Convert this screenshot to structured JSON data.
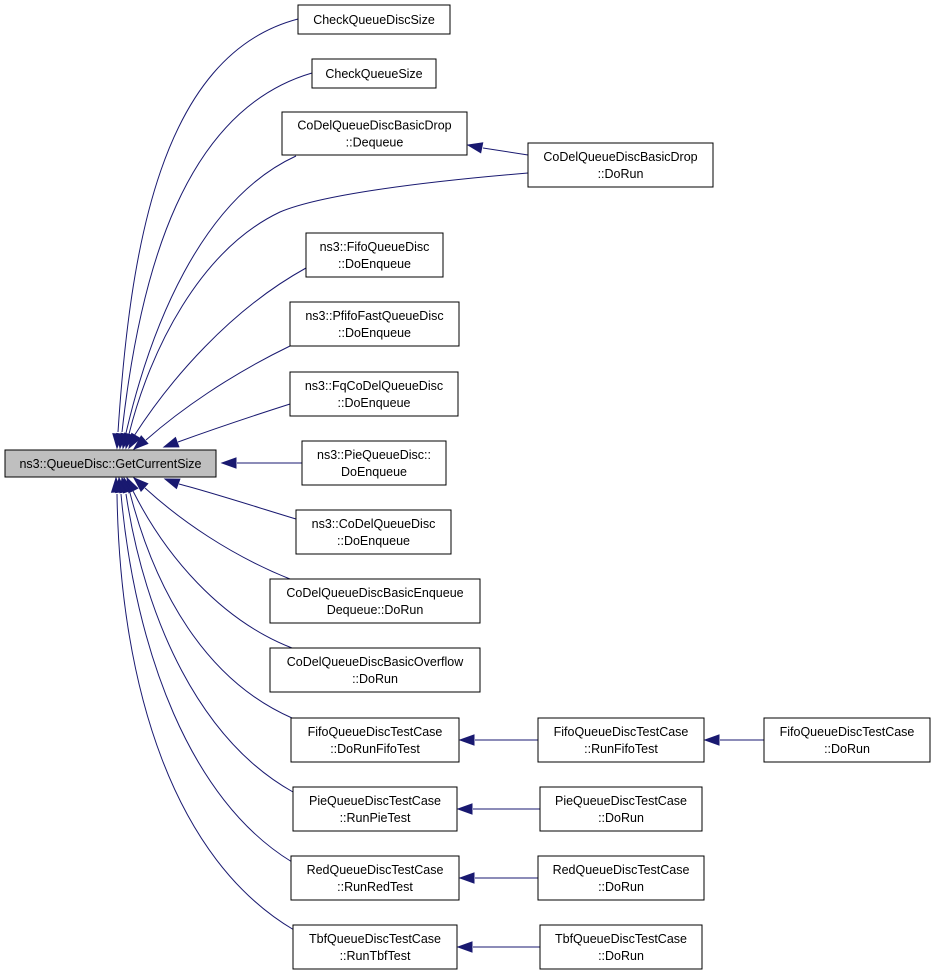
{
  "colors": {
    "edge": "#191970",
    "root_fill": "#bfbfbf",
    "node_fill": "#ffffff"
  },
  "root": {
    "lines": [
      "ns3::QueueDisc::GetCurrentSize"
    ]
  },
  "nodes": [
    {
      "id": "check-queue-disc-size",
      "lines": [
        "CheckQueueDiscSize"
      ]
    },
    {
      "id": "check-queue-size",
      "lines": [
        "CheckQueueSize"
      ]
    },
    {
      "id": "codel-basic-drop-dequeue",
      "lines": [
        "CoDelQueueDiscBasicDrop",
        "::Dequeue"
      ]
    },
    {
      "id": "codel-basic-drop-dorun",
      "lines": [
        "CoDelQueueDiscBasicDrop",
        "::DoRun"
      ]
    },
    {
      "id": "fifo-queue-disc-doenqueue",
      "lines": [
        "ns3::FifoQueueDisc",
        "::DoEnqueue"
      ]
    },
    {
      "id": "pfifo-fast-doenqueue",
      "lines": [
        "ns3::PfifoFastQueueDisc",
        "::DoEnqueue"
      ]
    },
    {
      "id": "fq-codel-doenqueue",
      "lines": [
        "ns3::FqCoDelQueueDisc",
        "::DoEnqueue"
      ]
    },
    {
      "id": "pie-queue-disc-doenqueue",
      "lines": [
        "ns3::PieQueueDisc::",
        "DoEnqueue"
      ]
    },
    {
      "id": "codel-queue-disc-doenqueue",
      "lines": [
        "ns3::CoDelQueueDisc",
        "::DoEnqueue"
      ]
    },
    {
      "id": "codel-basic-enqueue-dequeue-dorun",
      "lines": [
        "CoDelQueueDiscBasicEnqueue",
        "Dequeue::DoRun"
      ]
    },
    {
      "id": "codel-basic-overflow-dorun",
      "lines": [
        "CoDelQueueDiscBasicOverflow",
        "::DoRun"
      ]
    },
    {
      "id": "fifo-test-dorunfifotest",
      "lines": [
        "FifoQueueDiscTestCase",
        "::DoRunFifoTest"
      ]
    },
    {
      "id": "fifo-test-runfifotest",
      "lines": [
        "FifoQueueDiscTestCase",
        "::RunFifoTest"
      ]
    },
    {
      "id": "fifo-test-dorun",
      "lines": [
        "FifoQueueDiscTestCase",
        "::DoRun"
      ]
    },
    {
      "id": "pie-test-runpietest",
      "lines": [
        "PieQueueDiscTestCase",
        "::RunPieTest"
      ]
    },
    {
      "id": "pie-test-dorun",
      "lines": [
        "PieQueueDiscTestCase",
        "::DoRun"
      ]
    },
    {
      "id": "red-test-runredtest",
      "lines": [
        "RedQueueDiscTestCase",
        "::RunRedTest"
      ]
    },
    {
      "id": "red-test-dorun",
      "lines": [
        "RedQueueDiscTestCase",
        "::DoRun"
      ]
    },
    {
      "id": "tbf-test-runtbftest",
      "lines": [
        "TbfQueueDiscTestCase",
        "::RunTbfTest"
      ]
    },
    {
      "id": "tbf-test-dorun",
      "lines": [
        "TbfQueueDiscTestCase",
        "::DoRun"
      ]
    }
  ],
  "edges": [
    {
      "from": "check-queue-disc-size",
      "to": "root"
    },
    {
      "from": "check-queue-size",
      "to": "root"
    },
    {
      "from": "codel-basic-drop-dequeue",
      "to": "root"
    },
    {
      "from": "codel-basic-drop-dorun",
      "to": "root"
    },
    {
      "from": "codel-basic-drop-dorun",
      "to": "codel-basic-drop-dequeue"
    },
    {
      "from": "fifo-queue-disc-doenqueue",
      "to": "root"
    },
    {
      "from": "pfifo-fast-doenqueue",
      "to": "root"
    },
    {
      "from": "fq-codel-doenqueue",
      "to": "root"
    },
    {
      "from": "pie-queue-disc-doenqueue",
      "to": "root"
    },
    {
      "from": "codel-queue-disc-doenqueue",
      "to": "root"
    },
    {
      "from": "codel-basic-enqueue-dequeue-dorun",
      "to": "root"
    },
    {
      "from": "codel-basic-overflow-dorun",
      "to": "root"
    },
    {
      "from": "fifo-test-dorunfifotest",
      "to": "root"
    },
    {
      "from": "fifo-test-runfifotest",
      "to": "fifo-test-dorunfifotest"
    },
    {
      "from": "fifo-test-dorun",
      "to": "fifo-test-runfifotest"
    },
    {
      "from": "pie-test-runpietest",
      "to": "root"
    },
    {
      "from": "pie-test-dorun",
      "to": "pie-test-runpietest"
    },
    {
      "from": "red-test-runredtest",
      "to": "root"
    },
    {
      "from": "red-test-dorun",
      "to": "red-test-runredtest"
    },
    {
      "from": "tbf-test-runtbftest",
      "to": "root"
    },
    {
      "from": "tbf-test-dorun",
      "to": "tbf-test-runtbftest"
    }
  ]
}
